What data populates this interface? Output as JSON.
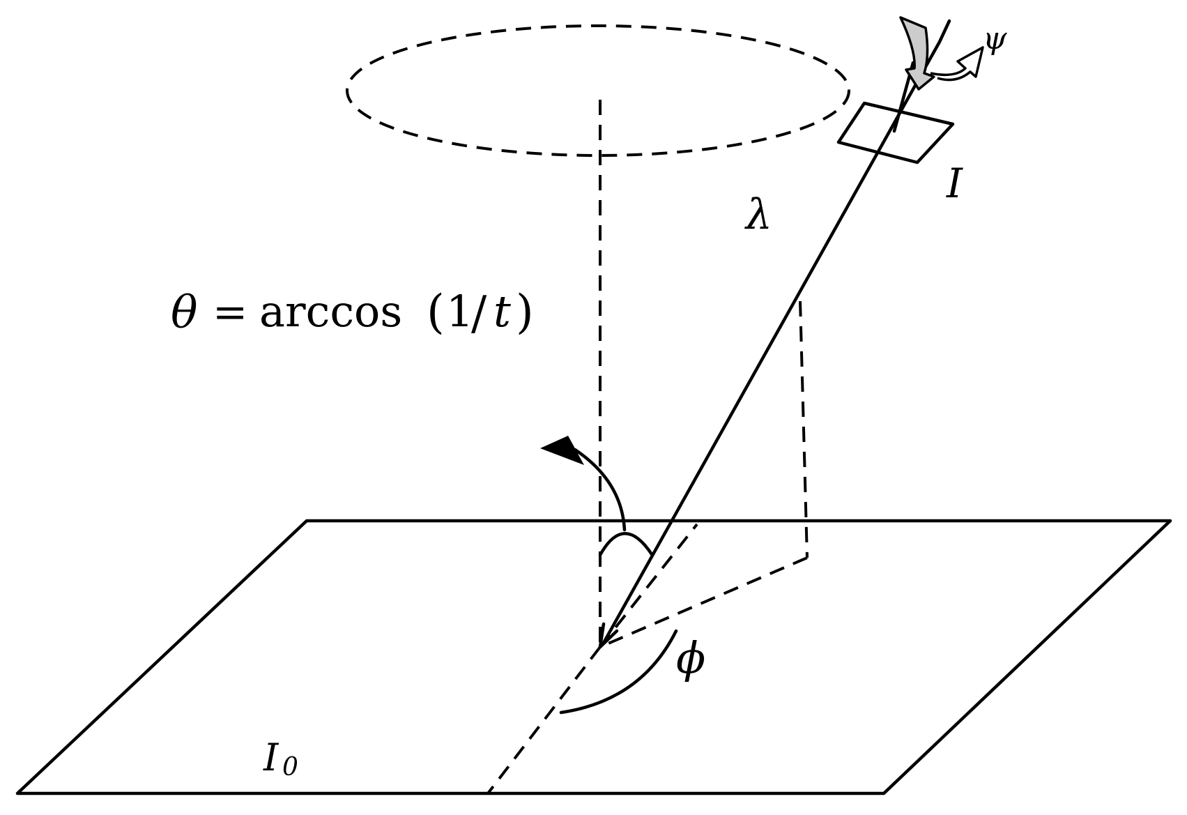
{
  "labels": {
    "psi": "ψ",
    "I": "I",
    "lambda": "λ",
    "phi": "ϕ",
    "I0_main": "I",
    "I0_sub": "0"
  },
  "equation": {
    "theta": "θ",
    "equals": "=",
    "func": "arccos",
    "open": "(",
    "numerator": "1",
    "slash": "/",
    "var": "t",
    "close": ")"
  },
  "colors": {
    "stroke": "#000000",
    "psi_arrow_fill": "#cccccc",
    "background": "#ffffff"
  }
}
